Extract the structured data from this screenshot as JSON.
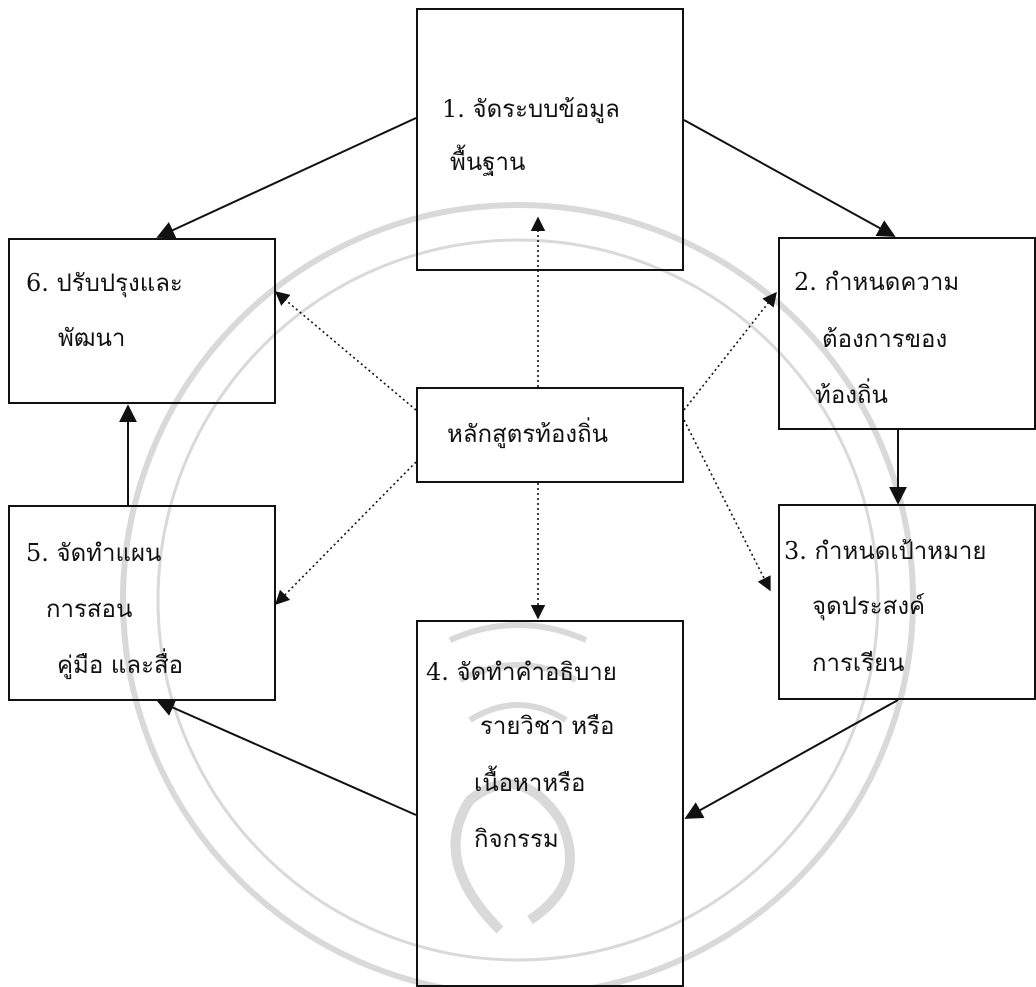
{
  "diagram": {
    "center": {
      "text": "หลักสูตรท้องถิ่น"
    },
    "steps": [
      {
        "lines": [
          "1. จัดระบบข้อมูล",
          "พื้นฐาน"
        ]
      },
      {
        "lines": [
          "2.  กำหนดความ",
          "ต้องการของ",
          "ท้องถิ่น"
        ]
      },
      {
        "lines": [
          "3. กำหนดเป้าหมาย",
          "จุดประสงค์",
          "การเรียน"
        ]
      },
      {
        "lines": [
          "4. จัดทำคำอธิบาย",
          "รายวิชา  หรือ",
          "เนื้อหาหรือ",
          "กิจกรรม"
        ]
      },
      {
        "lines": [
          "5. จัดทำแผน",
          "การสอน",
          "คู่มือ  และสื่อ"
        ]
      },
      {
        "lines": [
          "6.  ปรับปรุงและ",
          "พัฒนา"
        ]
      }
    ],
    "colors": {
      "line": "#111111",
      "box_border": "#111111",
      "text": "#111111",
      "background": "#ffffff",
      "watermark": "#cfcfcf"
    }
  }
}
